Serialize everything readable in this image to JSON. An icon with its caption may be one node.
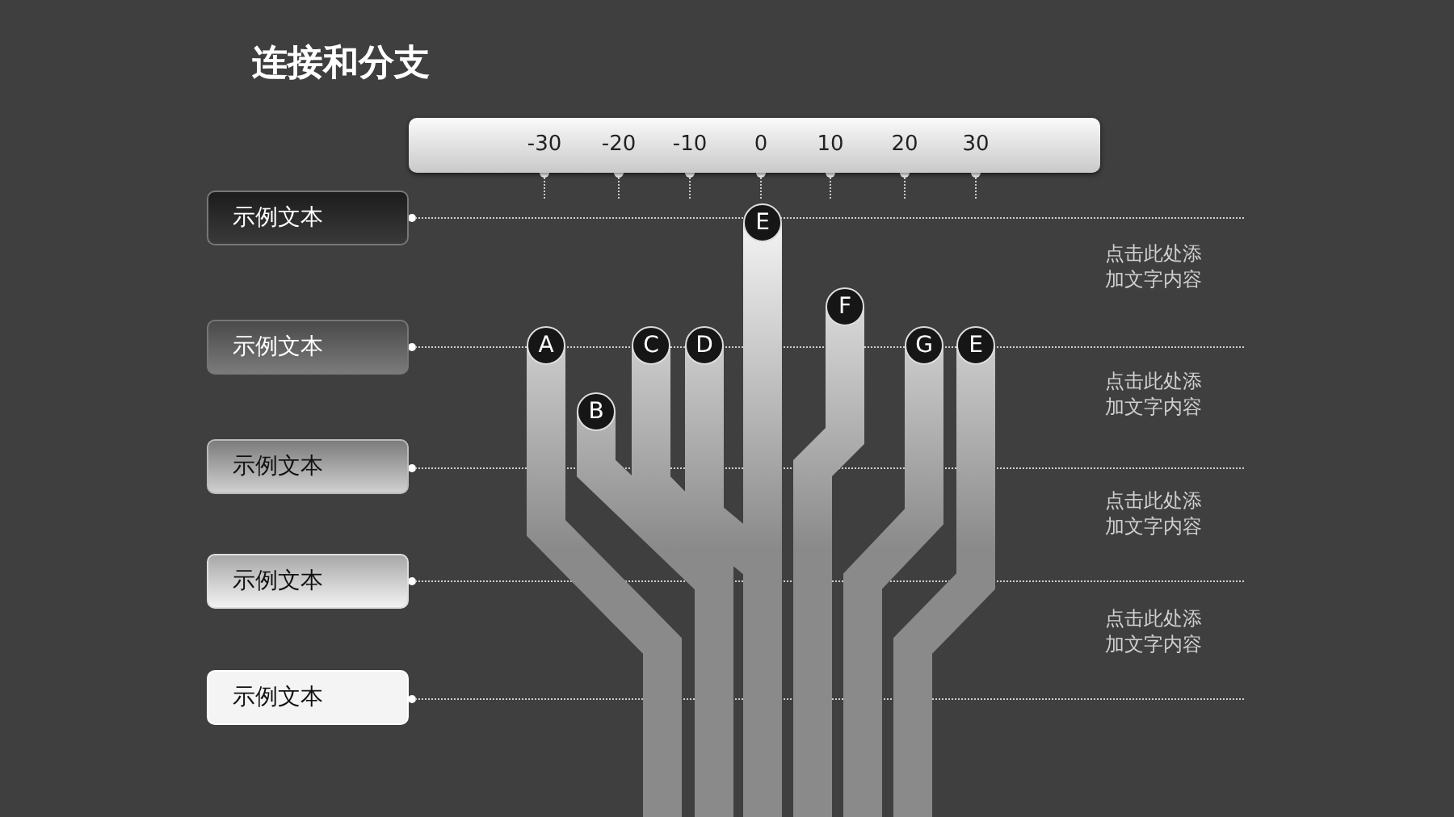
{
  "diagram": {
    "title": "连接和分支",
    "nodes": [
      {
        "text": [
          "-30",
          "-20",
          "-10",
          "0",
          "10",
          "20",
          "30"
        ]
      },
      {
        "text": [
          "示例文本"
        ]
      },
      {
        "text": [
          "示例文本"
        ]
      },
      {
        "text": [
          "示例文本"
        ]
      },
      {
        "text": [
          "示例文本"
        ]
      },
      {
        "text": [
          "示例文本"
        ]
      },
      {
        "text": [
          "E"
        ]
      },
      {
        "text": [
          "F"
        ]
      },
      {
        "text": [
          "A"
        ]
      },
      {
        "text": [
          "C"
        ]
      },
      {
        "text": [
          "D"
        ]
      },
      {
        "text": [
          "G"
        ]
      },
      {
        "text": [
          "E"
        ]
      },
      {
        "text": [
          "B"
        ]
      }
    ],
    "labels": [
      "点击此处添加文字内容",
      "点击此处添加文字内容",
      "点击此处添加文字内容",
      "点击此处添加文字内容"
    ]
  }
}
